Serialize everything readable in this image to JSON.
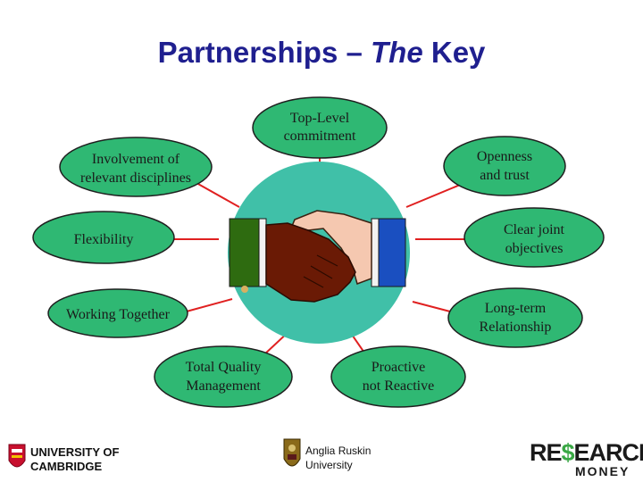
{
  "title": {
    "part1": "Partnerships – ",
    "emphasis": "The",
    "part2": " Key"
  },
  "nodes": [
    {
      "name": "top-level-commitment",
      "lines": [
        "Top-Level",
        "commitment"
      ]
    },
    {
      "name": "openness-and-trust",
      "lines": [
        "Openness",
        "and trust"
      ]
    },
    {
      "name": "involvement-of-relevant-disciplines",
      "lines": [
        "Involvement of",
        "relevant disciplines"
      ]
    },
    {
      "name": "flexibility",
      "lines": [
        "Flexibility"
      ]
    },
    {
      "name": "clear-joint-objectives",
      "lines": [
        "Clear joint",
        "objectives"
      ]
    },
    {
      "name": "working-together",
      "lines": [
        "Working Together"
      ]
    },
    {
      "name": "long-term-relationship",
      "lines": [
        "Long-term",
        "Relationship"
      ]
    },
    {
      "name": "total-quality-management",
      "lines": [
        "Total Quality",
        "Management"
      ]
    },
    {
      "name": "proactive-not-reactive",
      "lines": [
        "Proactive",
        "not Reactive"
      ]
    }
  ],
  "logos": {
    "cambridge": {
      "line1": "UNIVERSITY OF",
      "line2": "CAMBRIDGE"
    },
    "anglia": {
      "line1": "Anglia Ruskin",
      "line2": "University"
    },
    "research_money": {
      "line1a": "RE",
      "line1b": "$",
      "line1c": "EARCH",
      "line2": "MONEY"
    }
  },
  "colors": {
    "title": "#1f1f8f",
    "node_fill": "#2fb873",
    "node_stroke": "#1f1f1f",
    "center_circle": "#40c0a8",
    "connector": "#e02020",
    "green_cuff": "#2e6b10",
    "blue_cuff": "#1a4fc0",
    "dark_hand": "#6a1a05",
    "light_hand": "#f5c8b0"
  }
}
